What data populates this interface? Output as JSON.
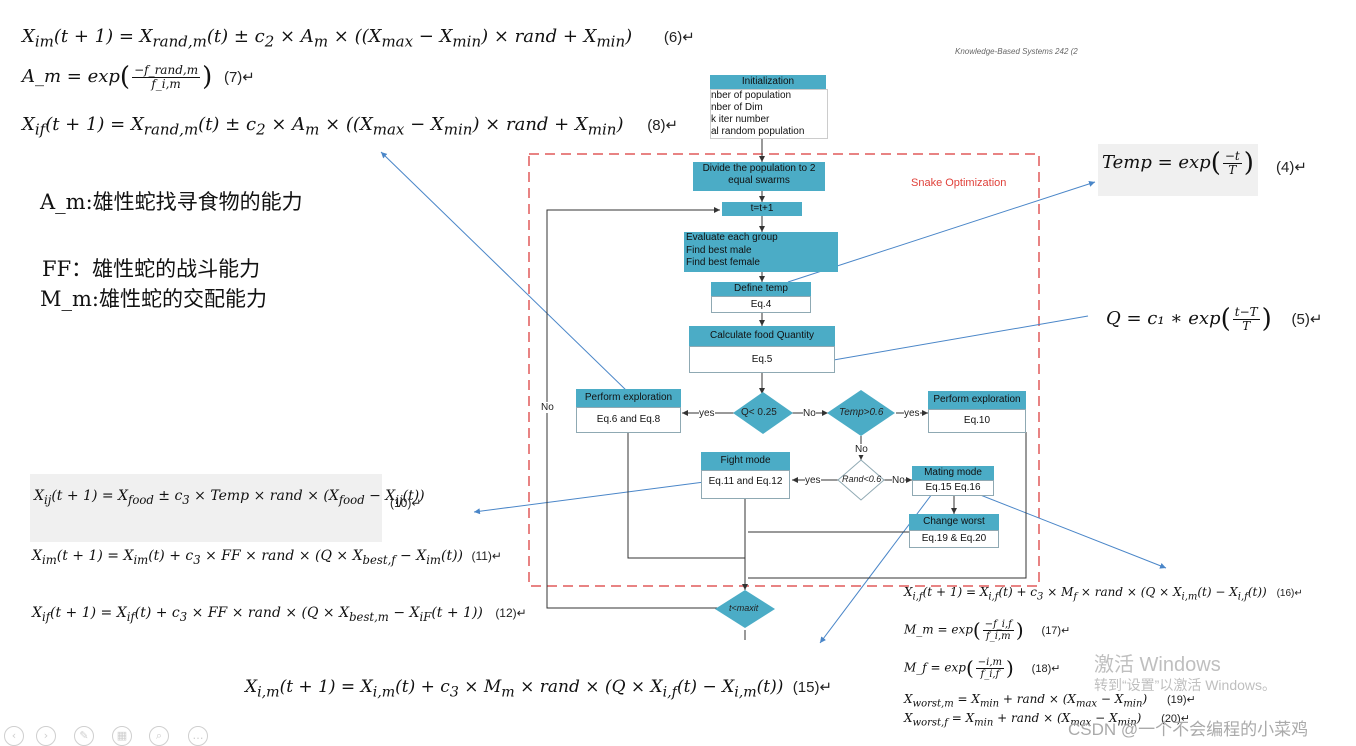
{
  "equations": {
    "eq6": {
      "text": "X_im(t + 1) = X_rand,m(t) ± c₂ × A_m × ((X_max − X_min) × rand + X_min)",
      "num": "(6)↵"
    },
    "eq7": {
      "lhs": "A_m = exp",
      "numerator": "−f_rand,m",
      "denominator": "f_i,m",
      "num": "(7)↵"
    },
    "eq8": {
      "text": "X_if(t + 1) = X_rand,m(t) ± c₂ × A_m × ((X_max − X_min) × rand + X_min)",
      "num": "(8)↵"
    },
    "eq4": {
      "lhs": "Temp = exp",
      "numerator": "−t",
      "denominator": "T",
      "num": "(4)↵"
    },
    "eq5": {
      "lhs": "Q = c₁ ∗ exp",
      "numerator": "t−T",
      "denominator": "T",
      "num": "(5)↵"
    },
    "eq10": {
      "text": "X_ij(t + 1) = X_food ± c₃ × Temp × rand × (X_food − X_ij(t))",
      "num": "(10)↵"
    },
    "eq11": {
      "text": "X_im(t + 1) = X_im(t) + c₃ × FF × rand × (Q × X_best,f − X_im(t))",
      "num": "(11)↵"
    },
    "eq12": {
      "text": "X_if(t + 1) = X_if(t) + c₃ × FF × rand × (Q × X_best,m − X_iF(t + 1))",
      "num": "(12)↵"
    },
    "eq15": {
      "text": "X_i,m(t + 1) = X_i,m(t) + c₃ × M_m × rand × (Q × X_i,f(t) − X_i,m(t))",
      "num": "(15)↵"
    },
    "eq16": {
      "text": "X_i,f(t + 1) = X_i,f(t) + c₃ × M_f × rand × (Q × X_i,m(t) − X_i,f(t))",
      "num": "(16)↵"
    },
    "eq17": {
      "lhs": "M_m = exp",
      "numerator": "−f_i,f",
      "denominator": "f_i,m",
      "num": "(17)↵"
    },
    "eq18": {
      "lhs": "M_f = exp",
      "numerator": "−i,m",
      "denominator": "f_i,f",
      "num": "(18)↵"
    },
    "eq19": {
      "text": "X_worst,m = X_min + rand × (X_max − X_min)",
      "num": "(19)↵"
    },
    "eq20": {
      "text": "X_worst,f = X_min + rand × (X_max − X_min)",
      "num": "(20)↵"
    }
  },
  "notes": {
    "am": "A_m:雄性蛇找寻食物的能力",
    "ff": "FF：雄性蛇的战斗能力",
    "mm": "M_m:雄性蛇的交配能力"
  },
  "header_fragment": "Knowledge-Based Systems 242 (2",
  "flowchart": {
    "region_label": "Snake Optimization",
    "init": {
      "title": "Initialization",
      "lines": [
        "nber of population",
        "nber of Dim",
        "k iter number",
        "al random population"
      ]
    },
    "divide": "Divide the population to 2 equal swarms",
    "counter": "t=t+1",
    "evaluate": [
      "Evaluate each group",
      "Find best male",
      "Find best female"
    ],
    "define_temp": {
      "title": "Define temp",
      "ref": "Eq.4"
    },
    "food": {
      "title": "Calculate food Quantity",
      "ref": "Eq.5"
    },
    "explore_left": {
      "title": "Perform exploration",
      "ref": "Eq.6 and Eq.8"
    },
    "explore_right": {
      "title": "Perform exploration",
      "ref": "Eq.10"
    },
    "fight": {
      "title": "Fight mode",
      "ref": "Eq.11 and Eq.12"
    },
    "mating": {
      "title": "Mating mode",
      "ref": "Eq.15 Eq.16"
    },
    "worst": {
      "title": "Change worst",
      "ref": "Eq.19 & Eq.20"
    },
    "d_q": "Q< 0.25",
    "d_temp": "Temp>0.6",
    "d_rand": "Rand<0.6",
    "d_max": "t<maxit",
    "yes": "yes",
    "no": "No",
    "no_lc": "No",
    "no_side": "No"
  },
  "watermark": {
    "line1": "激活 Windows",
    "line2": "转到“设置”以激活 Windows。"
  },
  "credit": "CSDN @一个不会编程的小菜鸡",
  "colors": {
    "header": "#4bacc6",
    "dashed": "#e05a5a",
    "arrow": "#4a86c8",
    "shade": "#f0f0f0"
  }
}
